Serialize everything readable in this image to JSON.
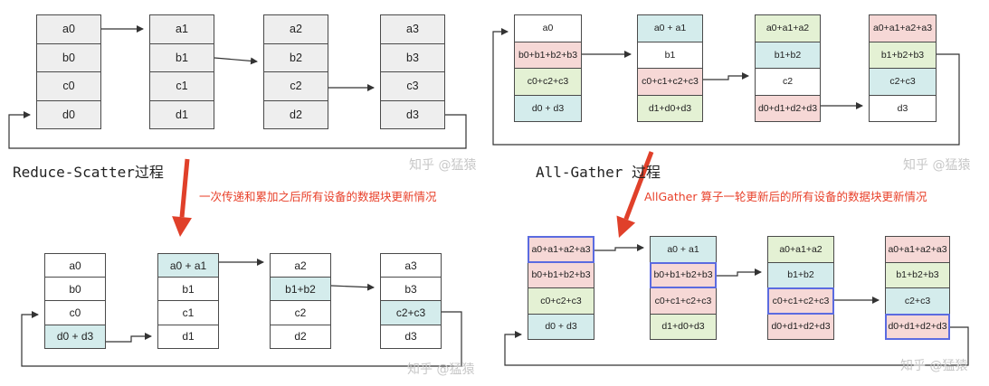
{
  "colors": {
    "white": "#ffffff",
    "gray": "#eeeeee",
    "blue": "#d4ecec",
    "pink": "#f6d8d6",
    "green": "#e4f1d4",
    "red_arrow": "#e0402a",
    "highlight_border": "#5b6be0"
  },
  "reduce_scatter": {
    "caption": "Reduce-Scatter过程",
    "before": [
      {
        "cells": [
          {
            "text": "a0",
            "color": "gray"
          },
          {
            "text": "b0",
            "color": "gray"
          },
          {
            "text": "c0",
            "color": "gray"
          },
          {
            "text": "d0",
            "color": "gray"
          }
        ]
      },
      {
        "cells": [
          {
            "text": "a1",
            "color": "gray"
          },
          {
            "text": "b1",
            "color": "gray"
          },
          {
            "text": "c1",
            "color": "gray"
          },
          {
            "text": "d1",
            "color": "gray"
          }
        ]
      },
      {
        "cells": [
          {
            "text": "a2",
            "color": "gray"
          },
          {
            "text": "b2",
            "color": "gray"
          },
          {
            "text": "c2",
            "color": "gray"
          },
          {
            "text": "d2",
            "color": "gray"
          }
        ]
      },
      {
        "cells": [
          {
            "text": "a3",
            "color": "gray"
          },
          {
            "text": "b3",
            "color": "gray"
          },
          {
            "text": "c3",
            "color": "gray"
          },
          {
            "text": "d3",
            "color": "gray"
          }
        ]
      }
    ],
    "note": "一次传递和累加之后所有设备的数据块更新情况",
    "after": [
      {
        "cells": [
          {
            "text": "a0",
            "color": "white"
          },
          {
            "text": "b0",
            "color": "white"
          },
          {
            "text": "c0",
            "color": "white"
          },
          {
            "text": "d0 + d3",
            "color": "blue"
          }
        ]
      },
      {
        "cells": [
          {
            "text": "a0 + a1",
            "color": "blue"
          },
          {
            "text": "b1",
            "color": "white"
          },
          {
            "text": "c1",
            "color": "white"
          },
          {
            "text": "d1",
            "color": "white"
          }
        ]
      },
      {
        "cells": [
          {
            "text": "a2",
            "color": "white"
          },
          {
            "text": "b1+b2",
            "color": "blue"
          },
          {
            "text": "c2",
            "color": "white"
          },
          {
            "text": "d2",
            "color": "white"
          }
        ]
      },
      {
        "cells": [
          {
            "text": "a3",
            "color": "white"
          },
          {
            "text": "b3",
            "color": "white"
          },
          {
            "text": "c2+c3",
            "color": "blue"
          },
          {
            "text": "d3",
            "color": "white"
          }
        ]
      }
    ]
  },
  "all_gather": {
    "caption": "All-Gather 过程",
    "before": [
      {
        "cells": [
          {
            "text": "a0",
            "color": "white"
          },
          {
            "text": "b0+b1+b2+b3",
            "color": "pink"
          },
          {
            "text": "c0+c2+c3",
            "color": "green"
          },
          {
            "text": "d0 + d3",
            "color": "blue"
          }
        ]
      },
      {
        "cells": [
          {
            "text": "a0 + a1",
            "color": "blue"
          },
          {
            "text": "b1",
            "color": "white"
          },
          {
            "text": "c0+c1+c2+c3",
            "color": "pink"
          },
          {
            "text": "d1+d0+d3",
            "color": "green"
          }
        ]
      },
      {
        "cells": [
          {
            "text": "a0+a1+a2",
            "color": "green"
          },
          {
            "text": "b1+b2",
            "color": "blue"
          },
          {
            "text": "c2",
            "color": "white"
          },
          {
            "text": "d0+d1+d2+d3",
            "color": "pink"
          }
        ]
      },
      {
        "cells": [
          {
            "text": "a0+a1+a2+a3",
            "color": "pink"
          },
          {
            "text": "b1+b2+b3",
            "color": "green"
          },
          {
            "text": "c2+c3",
            "color": "blue"
          },
          {
            "text": "d3",
            "color": "white"
          }
        ]
      }
    ],
    "note": "AllGather 算子一轮更新后的所有设备的数据块更新情况",
    "after": [
      {
        "cells": [
          {
            "text": "a0+a1+a2+a3",
            "color": "pink",
            "highlight": true
          },
          {
            "text": "b0+b1+b2+b3",
            "color": "pink"
          },
          {
            "text": "c0+c2+c3",
            "color": "green"
          },
          {
            "text": "d0 + d3",
            "color": "blue"
          }
        ]
      },
      {
        "cells": [
          {
            "text": "a0 + a1",
            "color": "blue"
          },
          {
            "text": "b0+b1+b2+b3",
            "color": "pink",
            "highlight": true
          },
          {
            "text": "c0+c1+c2+c3",
            "color": "pink"
          },
          {
            "text": "d1+d0+d3",
            "color": "green"
          }
        ]
      },
      {
        "cells": [
          {
            "text": "a0+a1+a2",
            "color": "green"
          },
          {
            "text": "b1+b2",
            "color": "blue"
          },
          {
            "text": "c0+c1+c2+c3",
            "color": "pink",
            "highlight": true
          },
          {
            "text": "d0+d1+d2+d3",
            "color": "pink"
          }
        ]
      },
      {
        "cells": [
          {
            "text": "a0+a1+a2+a3",
            "color": "pink"
          },
          {
            "text": "b1+b2+b3",
            "color": "green"
          },
          {
            "text": "c2+c3",
            "color": "blue"
          },
          {
            "text": "d0+d1+d2+d3",
            "color": "pink",
            "highlight": true
          }
        ]
      }
    ]
  },
  "watermarks": [
    "知乎 @猛猿",
    "知乎 @猛猿",
    "知乎 @猛猿",
    "知乎 @猛猿"
  ]
}
